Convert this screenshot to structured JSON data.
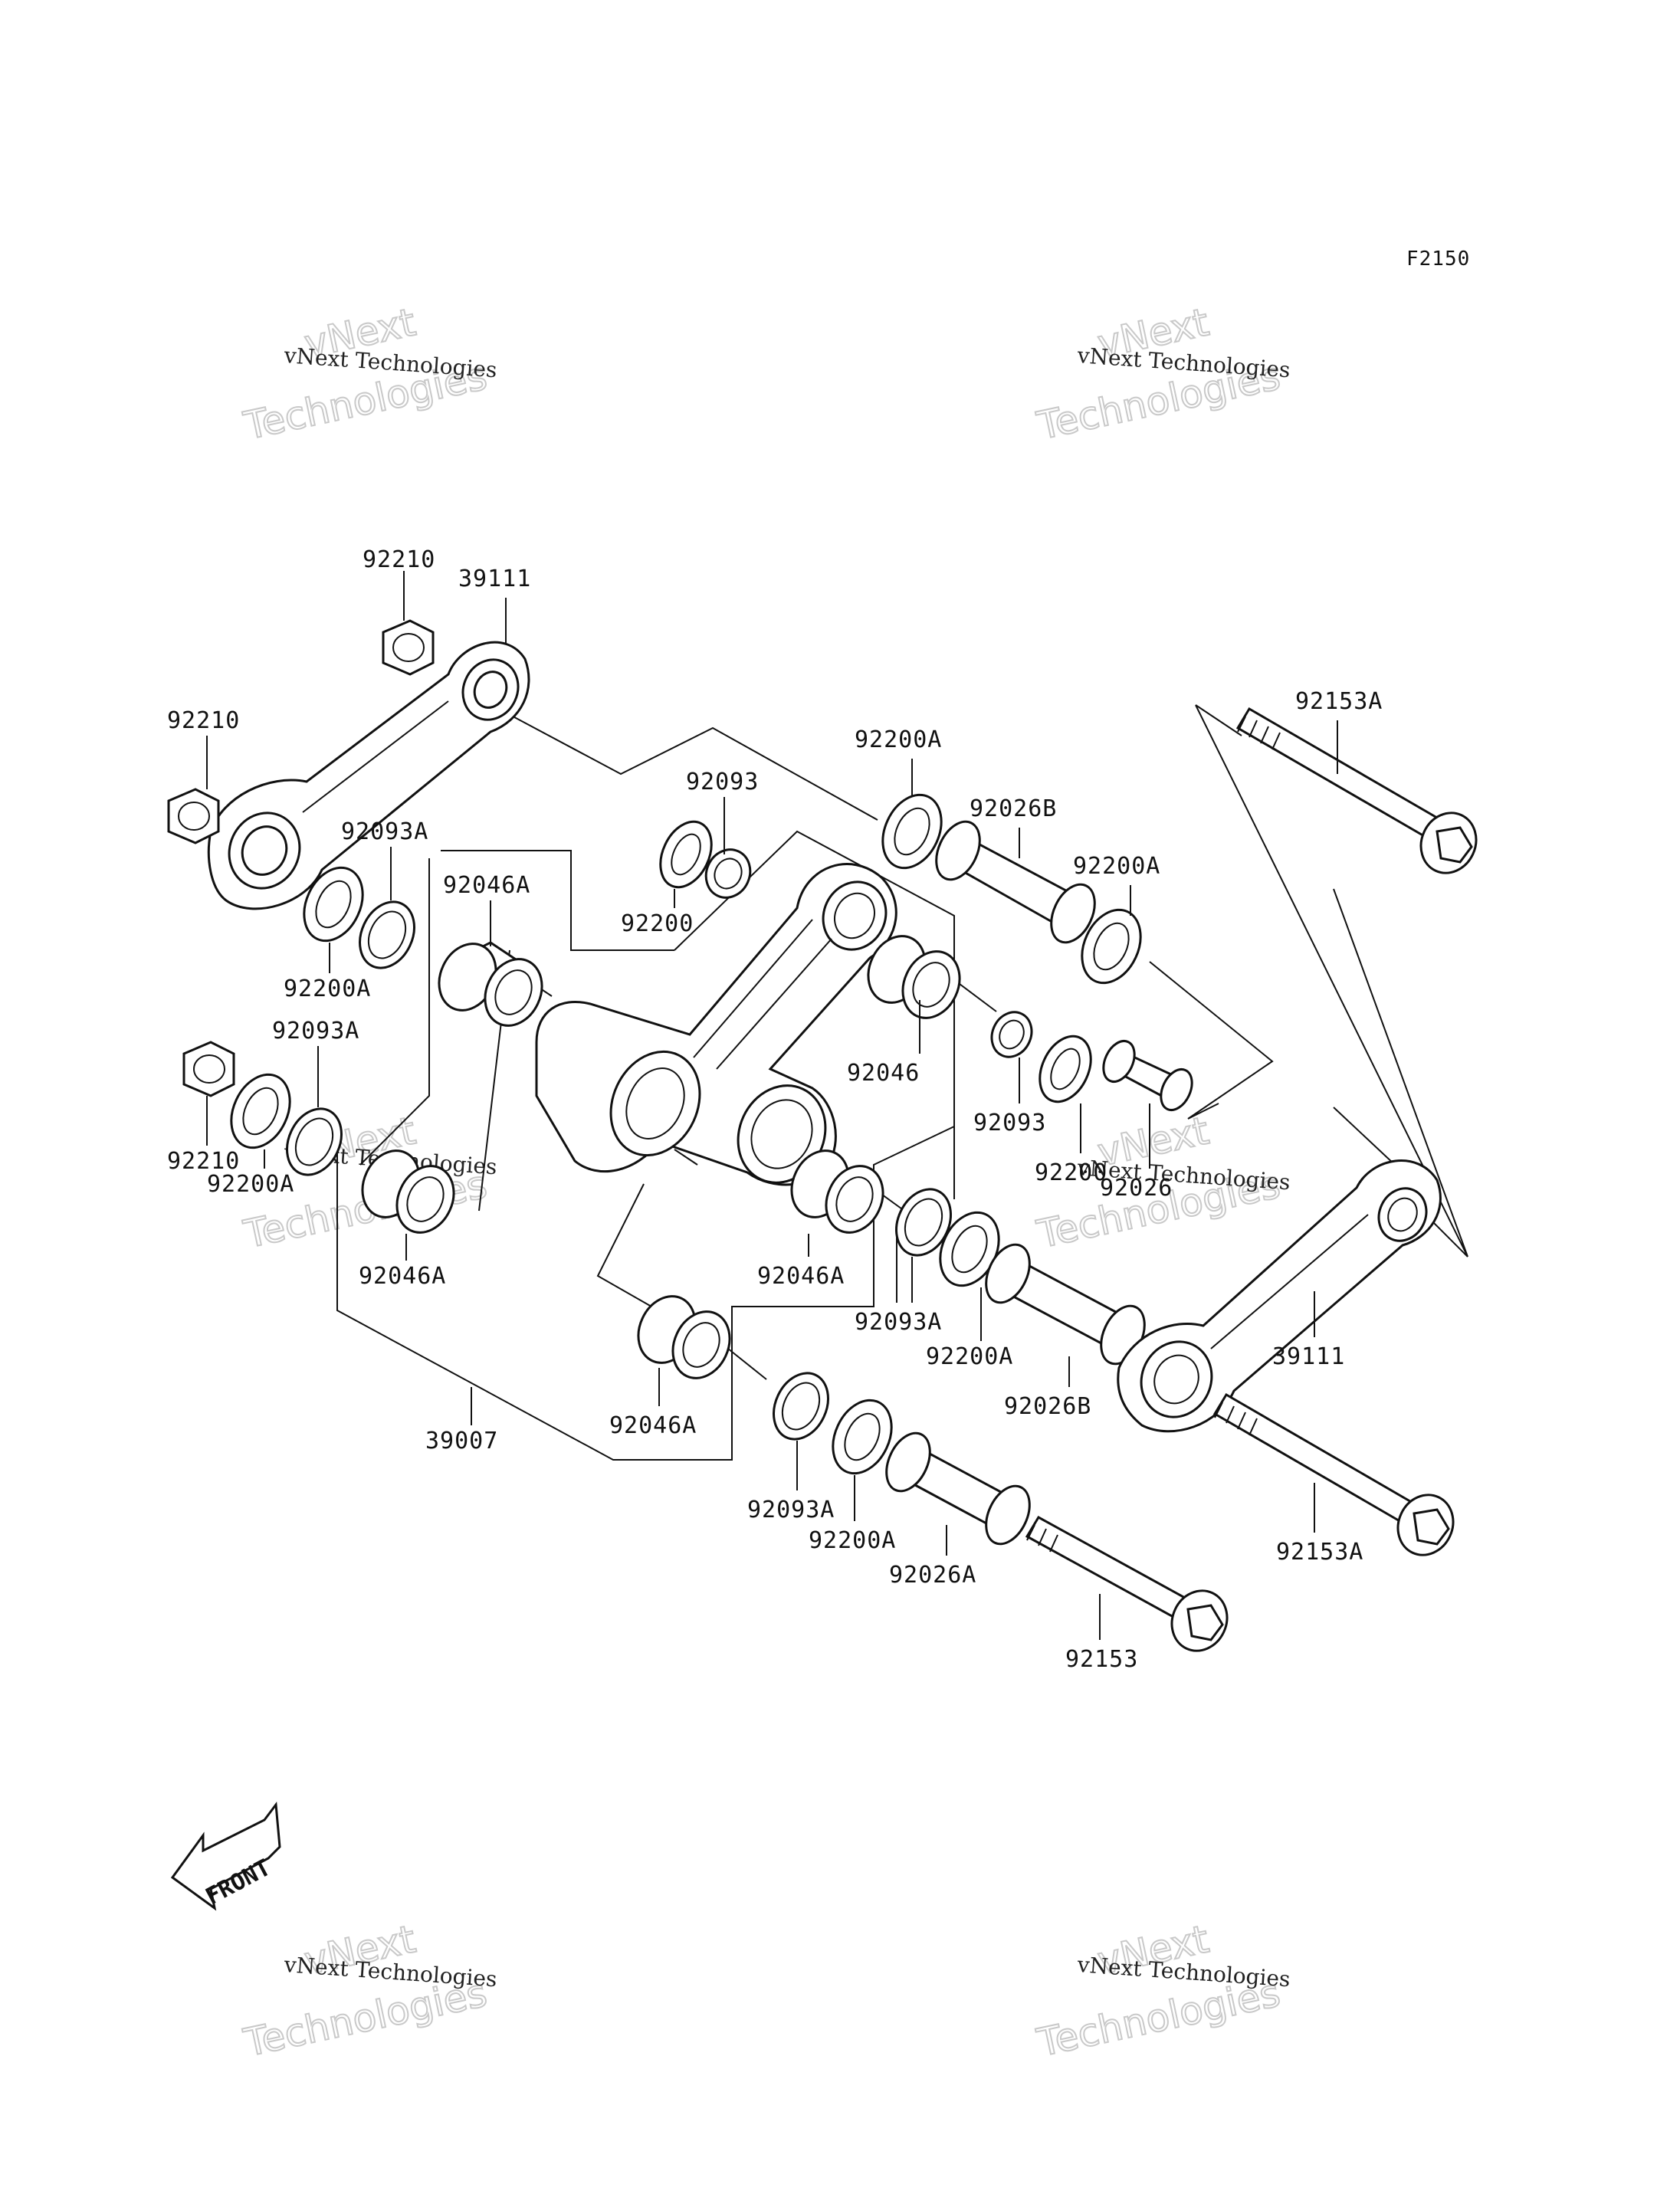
{
  "figure_code": "F2150",
  "watermark": {
    "line1": "vNext Technologies",
    "big_line1": "vNext",
    "big_line2": "Technologies"
  },
  "front_label": "FRONT",
  "parts": [
    {
      "id": "92210_top",
      "label": "92210"
    },
    {
      "id": "39111_top",
      "label": "39111"
    },
    {
      "id": "92210_left",
      "label": "92210"
    },
    {
      "id": "92093A_top",
      "label": "92093A"
    },
    {
      "id": "92046A_top",
      "label": "92046A"
    },
    {
      "id": "92200A_left_top",
      "label": "92200A"
    },
    {
      "id": "92093A_left",
      "label": "92093A"
    },
    {
      "id": "92210_bottom",
      "label": "92210"
    },
    {
      "id": "92200A_left_bottom",
      "label": "92200A"
    },
    {
      "id": "92046A_left",
      "label": "92046A"
    },
    {
      "id": "39007",
      "label": "39007"
    },
    {
      "id": "92093",
      "label": "92093"
    },
    {
      "id": "92200",
      "label": "92200"
    },
    {
      "id": "92200A_top_mid",
      "label": "92200A"
    },
    {
      "id": "92026B_top",
      "label": "92026B"
    },
    {
      "id": "92200A_right",
      "label": "92200A"
    },
    {
      "id": "92153A_top",
      "label": "92153A"
    },
    {
      "id": "92046",
      "label": "92046"
    },
    {
      "id": "92093_right",
      "label": "92093"
    },
    {
      "id": "92200_right",
      "label": "92200"
    },
    {
      "id": "92026",
      "label": "92026"
    },
    {
      "id": "92046A_mid",
      "label": "92046A"
    },
    {
      "id": "92093A_mid",
      "label": "92093A"
    },
    {
      "id": "92200A_mid",
      "label": "92200A"
    },
    {
      "id": "92026B_mid",
      "label": "92026B"
    },
    {
      "id": "39111_right",
      "label": "39111"
    },
    {
      "id": "92046A_bottom",
      "label": "92046A"
    },
    {
      "id": "92093A_bottom",
      "label": "92093A"
    },
    {
      "id": "92200A_bottom",
      "label": "92200A"
    },
    {
      "id": "92026A",
      "label": "92026A"
    },
    {
      "id": "92153A_bottom",
      "label": "92153A"
    },
    {
      "id": "92153",
      "label": "92153"
    }
  ]
}
